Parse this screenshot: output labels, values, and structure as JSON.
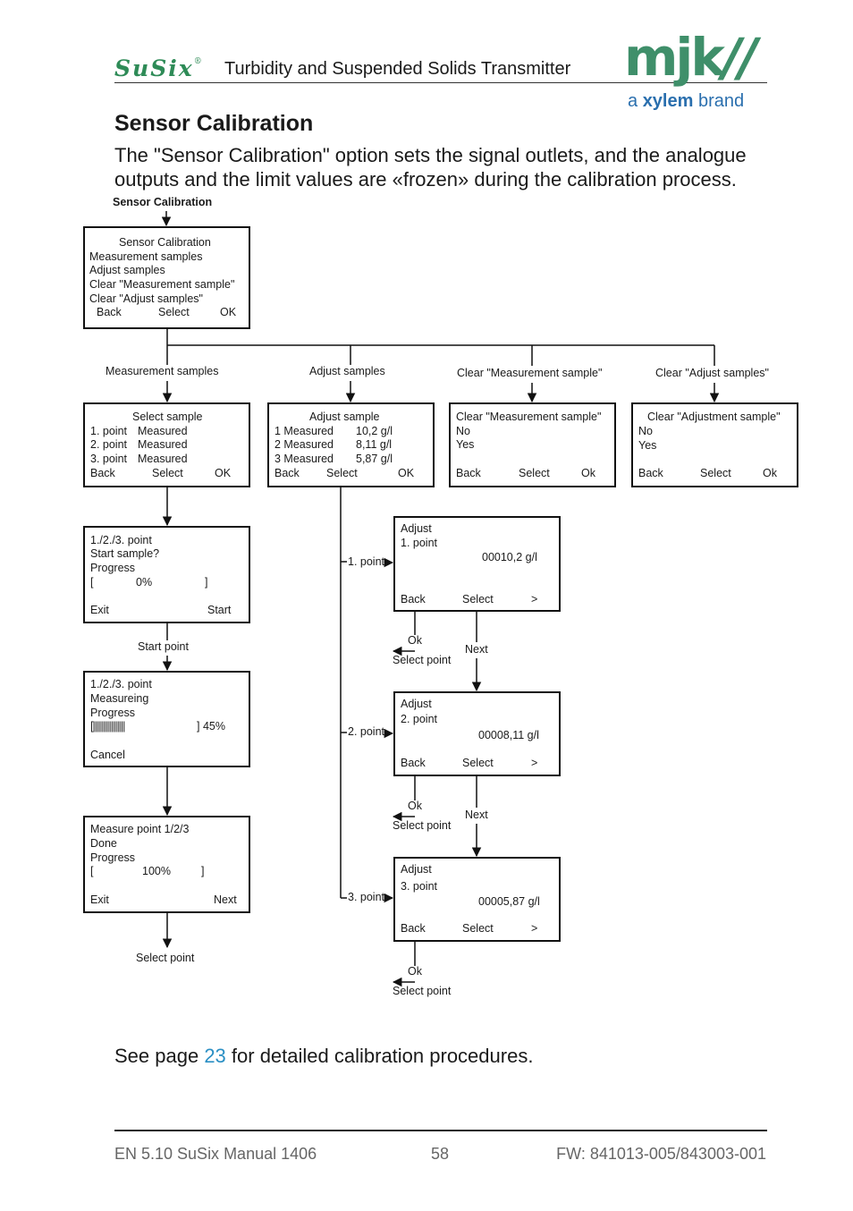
{
  "header": {
    "product_logo": "SuSix",
    "registered_mark": "®",
    "title": "Turbidity and Suspended Solids Transmitter",
    "company_logo": "mjk",
    "brand_prefix": "a",
    "brand_name": "xylem",
    "brand_suffix": "brand"
  },
  "section": {
    "title": "Sensor Calibration",
    "intro": "The \"Sensor Calibration\" option sets the signal outlets, and the analogue outputs and the limit values are «frozen» during the calibration process."
  },
  "diagram": {
    "entry_label": "Sensor Calibration",
    "menu": {
      "lines": [
        "Sensor Calibration",
        "Measurement samples",
        "Adjust samples",
        "Clear \"Measurement sample\"",
        "Clear \"Adjust samples\""
      ],
      "keys": [
        "Back",
        "Select",
        "OK"
      ]
    },
    "branches": [
      "Measurement samples",
      "Adjust samples",
      "Clear \"Measurement sample\"",
      "Clear \"Adjust samples\""
    ],
    "select_sample": {
      "title": "Select sample",
      "rows": [
        [
          "1. point",
          "Measured"
        ],
        [
          "2. point",
          "Measured"
        ],
        [
          "3. point",
          "Measured"
        ]
      ],
      "keys": [
        "Back",
        "Select",
        "OK"
      ]
    },
    "adjust_sample": {
      "title": "Adjust sample",
      "rows": [
        [
          "1 Measured",
          "10,2 g/l"
        ],
        [
          "2 Measured",
          "8,11 g/l"
        ],
        [
          "3 Measured",
          "5,87 g/l"
        ]
      ],
      "keys": [
        "Back",
        "Select",
        "OK"
      ]
    },
    "clear_measurement": {
      "title": "Clear \"Measurement sample\"",
      "options": [
        "No",
        "Yes"
      ],
      "keys": [
        "Back",
        "Select",
        "Ok"
      ]
    },
    "clear_adjustment": {
      "title": "Clear \"Adjustment sample\"",
      "options": [
        "No",
        "Yes"
      ],
      "keys": [
        "Back",
        "Select",
        "Ok"
      ]
    },
    "start_sample": {
      "lines": [
        "1./2./3. point",
        "Start sample?",
        "Progress"
      ],
      "bar_open": "[",
      "bar_value": "0%",
      "bar_close": "]",
      "keys": [
        "Exit",
        "Start"
      ]
    },
    "start_point_label": "Start point",
    "measuring": {
      "lines": [
        "1./2./3. point",
        "Measureing",
        "Progress"
      ],
      "bar_fill": "[||||||||||||||||",
      "bar_value": "] 45%",
      "progress_percent": 45,
      "keys": [
        "Cancel"
      ]
    },
    "done": {
      "lines": [
        "Measure point 1/2/3",
        "Done",
        "Progress"
      ],
      "bar_open": "[",
      "bar_value": "100%",
      "bar_close": "]",
      "keys": [
        "Exit",
        "Next"
      ]
    },
    "select_point_bottom": "Select point",
    "adjust_points": [
      {
        "branch": "1. point",
        "title": "Adjust",
        "point": "1. point",
        "value": "00010,2 g/l",
        "keys": [
          "Back",
          "Select",
          ">"
        ],
        "ok": "Ok",
        "next": "Next",
        "select_point": "Select point"
      },
      {
        "branch": "2. point",
        "title": "Adjust",
        "point": "2. point",
        "value": "00008,11 g/l",
        "keys": [
          "Back",
          "Select",
          ">"
        ],
        "ok": "Ok",
        "next": "Next",
        "select_point": "Select point"
      },
      {
        "branch": "3. point",
        "title": "Adjust",
        "point": "3. point",
        "value": "00005,87 g/l",
        "keys": [
          "Back",
          "Select",
          ">"
        ],
        "ok": "Ok",
        "select_point": "Select point"
      }
    ]
  },
  "see_page": {
    "before": "See page ",
    "link": "23",
    "after": " for detailed calibration procedures."
  },
  "footer": {
    "left": "EN 5.10 SuSix Manual 1406",
    "page": "58",
    "right": "FW: 841013-005/843003-001"
  },
  "colors": {
    "logo_green": "#3f8f6a",
    "brand_blue": "#2a6fae",
    "link_blue": "#2a8fc4"
  }
}
